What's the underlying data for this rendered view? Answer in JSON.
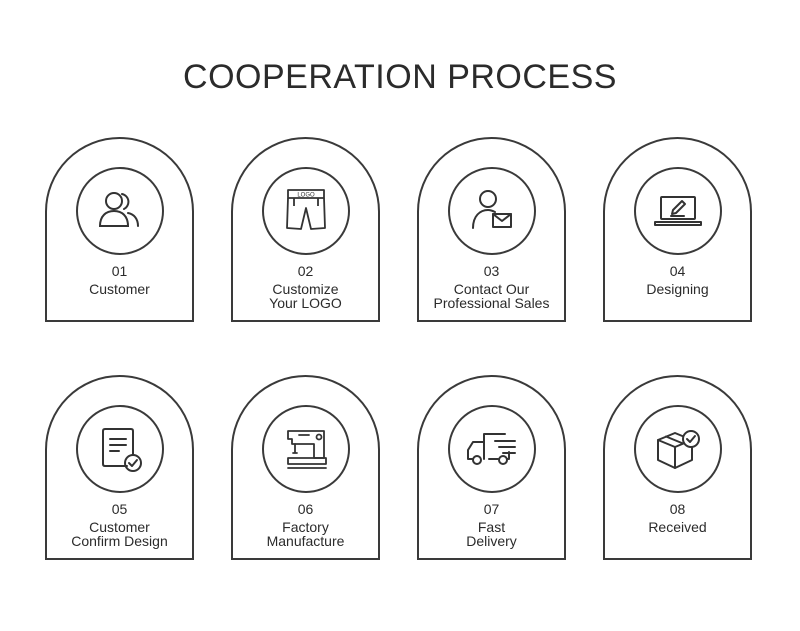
{
  "title": "COOPERATION PROCESS",
  "steps": [
    {
      "num": "01",
      "lines": [
        "Customer"
      ],
      "icon": "users-icon"
    },
    {
      "num": "02",
      "lines": [
        "Customize",
        "Your LOGO"
      ],
      "icon": "shorts-logo-icon",
      "icon_text": "LOGO"
    },
    {
      "num": "03",
      "lines": [
        "Contact Our",
        "Professional Sales"
      ],
      "icon": "person-mail-icon"
    },
    {
      "num": "04",
      "lines": [
        "Designing"
      ],
      "icon": "laptop-pen-icon"
    },
    {
      "num": "05",
      "lines": [
        "Customer",
        "Confirm Design"
      ],
      "icon": "document-check-icon"
    },
    {
      "num": "06",
      "lines": [
        "Factory",
        "Manufacture"
      ],
      "icon": "sewing-machine-icon"
    },
    {
      "num": "07",
      "lines": [
        "Fast",
        "Delivery"
      ],
      "icon": "delivery-truck-icon"
    },
    {
      "num": "08",
      "lines": [
        "Received"
      ],
      "icon": "box-check-icon"
    }
  ]
}
